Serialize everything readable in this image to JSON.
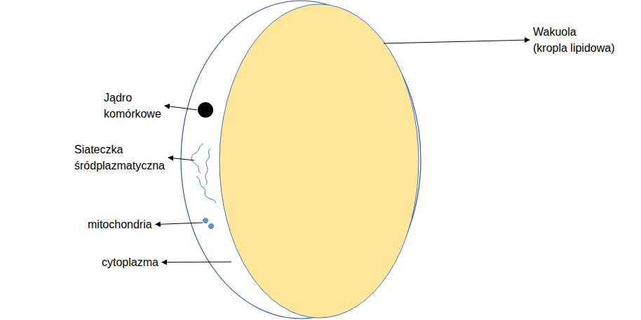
{
  "diagram": {
    "labels": [
      "Jądro komórkowe",
      "Siateczka śródplazmatyczna",
      "mitochondria",
      "cytoplazma",
      "Wakuola",
      "(kropla lipidowa)"
    ]
  }
}
